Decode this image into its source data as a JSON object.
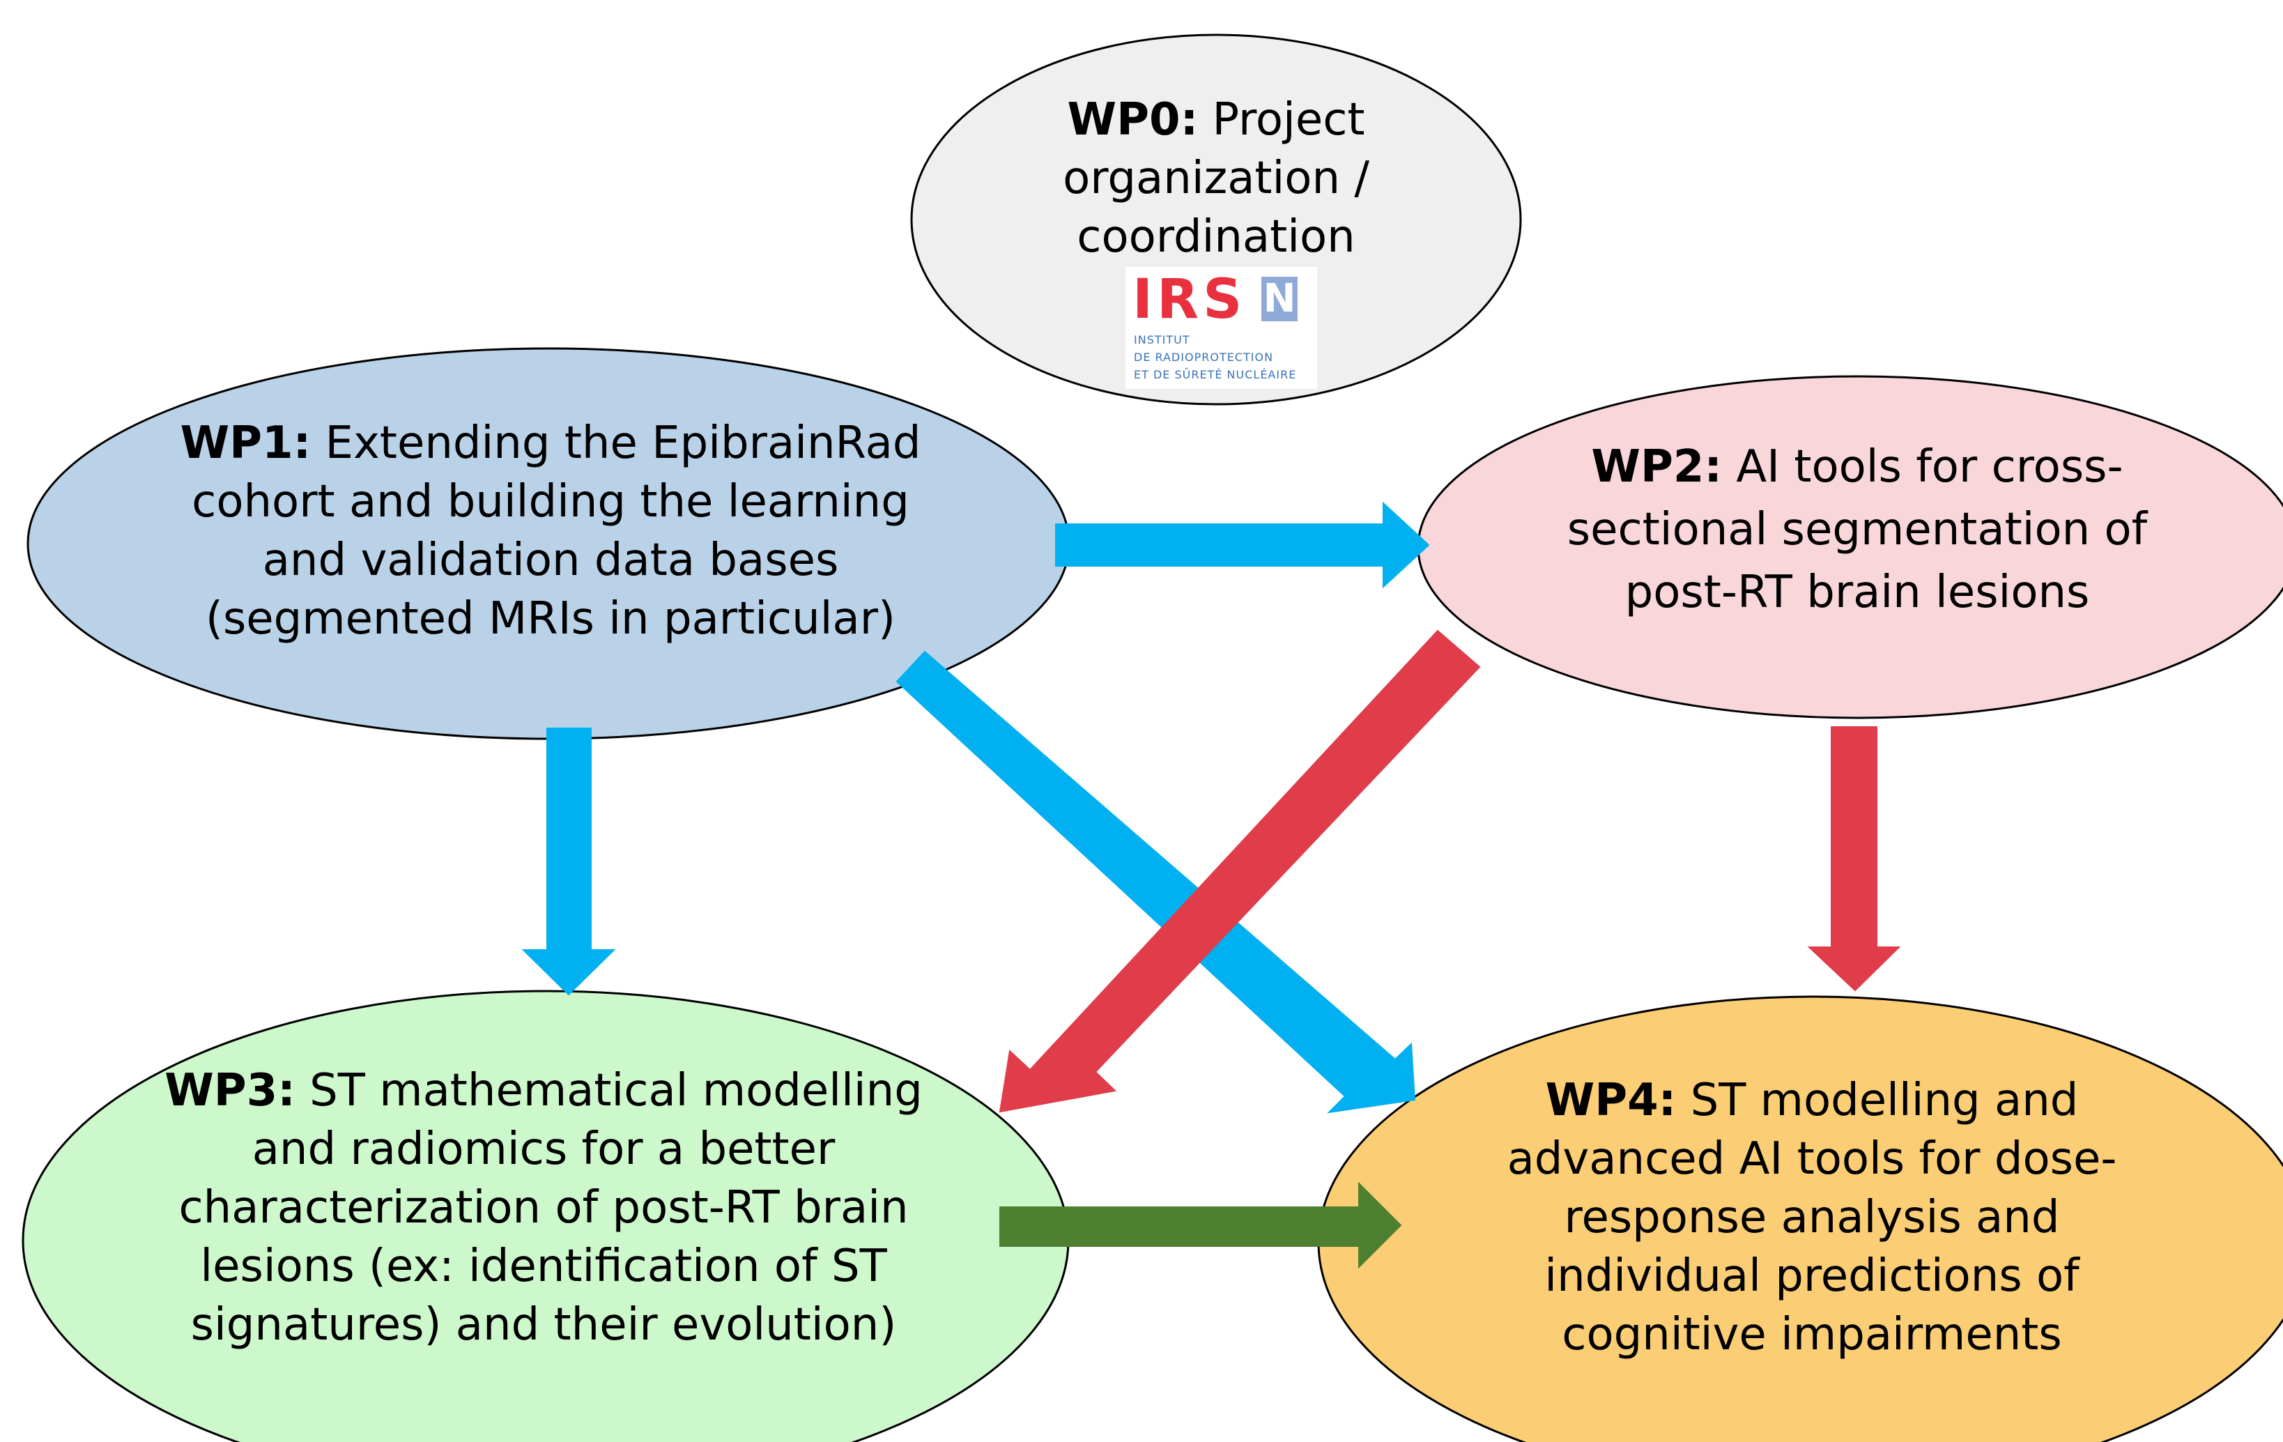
{
  "colors": {
    "wp0_fill": "#efefef",
    "wp1_fill": "#bad2e8",
    "wp2_fill": "#f9d6da",
    "wp3_fill": "#ccf8cc",
    "wp4_fill": "#fbcd75",
    "arrow_blue": "#00b0f0",
    "arrow_red": "#e03c4a",
    "arrow_green": "#4f7f30",
    "outline": "#000000"
  },
  "nodes": {
    "wp0": {
      "label": "WP0:",
      "lines": [
        "Project",
        "organization /",
        "coordination"
      ]
    },
    "wp1": {
      "label": "WP1:",
      "lines": [
        "Extending the EpibrainRad",
        "cohort and building the learning",
        "and validation data bases",
        "(segmented MRIs in particular)"
      ]
    },
    "wp2": {
      "label": "WP2:",
      "lines": [
        "AI tools for cross-",
        "sectional segmentation of",
        "post-RT brain lesions"
      ]
    },
    "wp3": {
      "label": "WP3:",
      "lines": [
        "ST mathematical modelling",
        "and radiomics for a better",
        "characterization of post-RT brain",
        "lesions (ex: identification of ST",
        "signatures) and their evolution)"
      ]
    },
    "wp4": {
      "label": "WP4:",
      "lines": [
        "ST modelling and",
        "advanced AI tools for dose-",
        "response analysis and",
        "individual predictions of",
        "cognitive impairments"
      ]
    }
  },
  "logo": {
    "icon": "irsn-logo",
    "mark": "IRS",
    "mark_n": "N",
    "subtitle": "INSTITUT\nDE RADIOPROTECTION\nET DE SÛRETÉ NUCLÉAIRE"
  },
  "arrows": [
    {
      "from": "wp1",
      "to": "wp2",
      "color": "arrow_blue"
    },
    {
      "from": "wp1",
      "to": "wp3",
      "color": "arrow_blue"
    },
    {
      "from": "wp1",
      "to": "wp4",
      "color": "arrow_blue"
    },
    {
      "from": "wp2",
      "to": "wp3",
      "color": "arrow_red"
    },
    {
      "from": "wp2",
      "to": "wp4",
      "color": "arrow_red"
    },
    {
      "from": "wp3",
      "to": "wp4",
      "color": "arrow_green"
    }
  ]
}
